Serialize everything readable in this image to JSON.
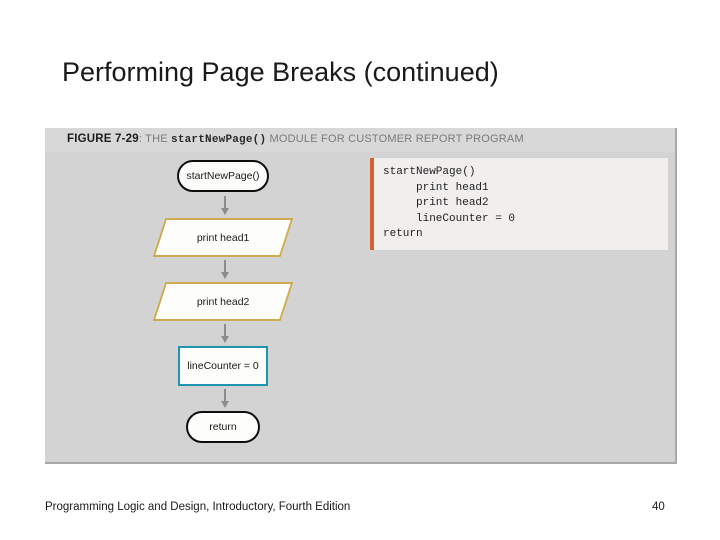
{
  "slide": {
    "title": "Performing Page Breaks (continued)"
  },
  "figure": {
    "number_label": "FIGURE 7-29",
    "caption_the": ": THE ",
    "caption_code": "startNewPage()",
    "caption_rest": " MODULE FOR CUSTOMER REPORT PROGRAM",
    "colors": {
      "panel_background": "#d3d3d3",
      "terminator_border": "#0d0d0d",
      "io_border": "#cdab4e",
      "process_border": "#1d96b2",
      "code_accent": "#d4622c",
      "code_background": "#f1efee",
      "arrow": "#8c8c8c"
    },
    "flowchart": {
      "nodes": [
        {
          "shape": "terminator",
          "label": "startNewPage()"
        },
        {
          "shape": "io",
          "label": "print head1"
        },
        {
          "shape": "io",
          "label": "print head2"
        },
        {
          "shape": "process",
          "label": "lineCounter = 0"
        },
        {
          "shape": "terminator",
          "label": "return"
        }
      ],
      "connector_icon": "down-arrow-icon",
      "connector_count": 4
    },
    "code": {
      "lines": [
        "startNewPage()",
        "     print head1",
        "     print head2",
        "     lineCounter = 0",
        "return"
      ]
    }
  },
  "footer": {
    "source": "Programming Logic and Design, Introductory, Fourth Edition",
    "page_number": "40"
  }
}
